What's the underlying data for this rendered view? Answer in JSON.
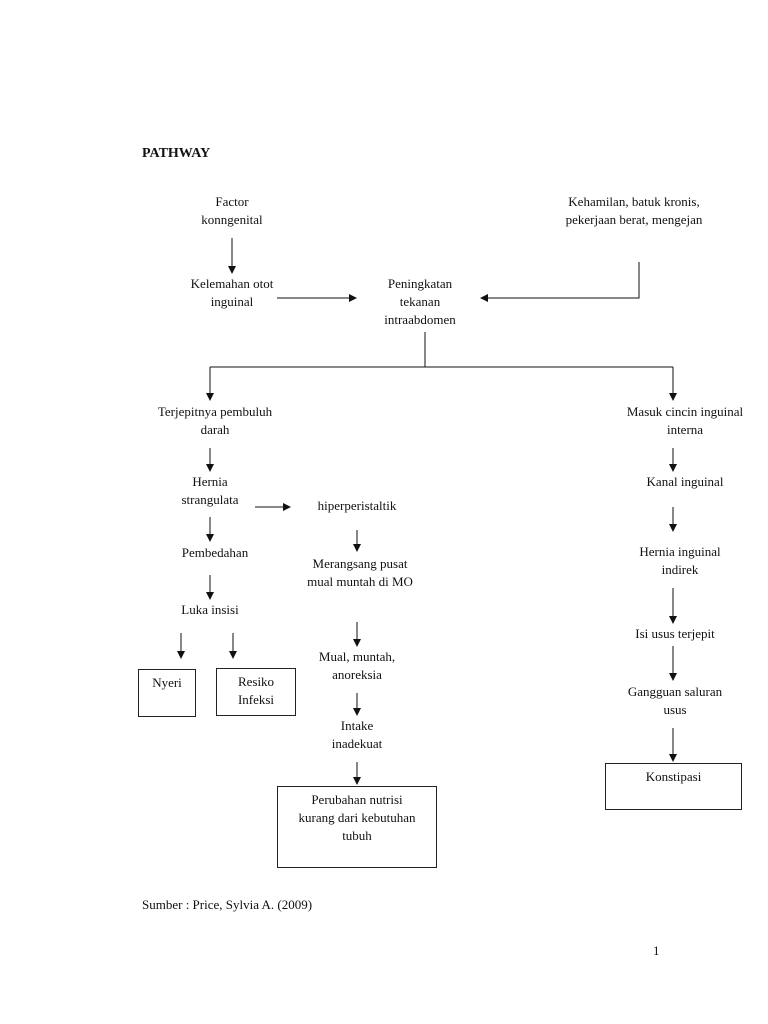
{
  "title": "PATHWAY",
  "nodes": {
    "factor": [
      "Factor",
      "konngenital"
    ],
    "kehamilan": [
      "Kehamilan, batuk kronis,",
      "pekerjaan berat, mengejan"
    ],
    "kelemahan": [
      "Kelemahan otot",
      "inguinal"
    ],
    "peningkatan": [
      "Peningkatan",
      "tekanan",
      "intraabdomen"
    ],
    "terjepitnya": [
      "Terjepitnya pembuluh",
      "darah"
    ],
    "masuk": [
      "Masuk cincin inguinal",
      "interna"
    ],
    "hernia_strangulata": [
      "Hernia",
      "strangulata"
    ],
    "hiperperistaltik": [
      "hiperperistaltik"
    ],
    "kanal": [
      "Kanal inguinal"
    ],
    "pembedahan": [
      "Pembedahan"
    ],
    "merangsang": [
      "Merangsang pusat",
      "mual muntah di MO"
    ],
    "hernia_indirek": [
      "Hernia inguinal",
      "indirek"
    ],
    "luka": [
      "Luka insisi"
    ],
    "isi_usus": [
      "Isi usus terjepit"
    ],
    "mual": [
      "Mual, muntah,",
      "anoreksia"
    ],
    "gangguan": [
      "Gangguan saluran",
      "usus"
    ],
    "intake": [
      "Intake",
      "inadekuat"
    ]
  },
  "boxes": {
    "nyeri": [
      "Nyeri"
    ],
    "resiko": [
      "Resiko",
      "Infeksi"
    ],
    "perubahan": [
      "Perubahan nutrisi",
      "kurang dari kebutuhan",
      "tubuh"
    ],
    "konstipasi": [
      "Konstipasi"
    ]
  },
  "source": "Sumber : Price, Sylvia A. (2009)",
  "page_number": "1"
}
